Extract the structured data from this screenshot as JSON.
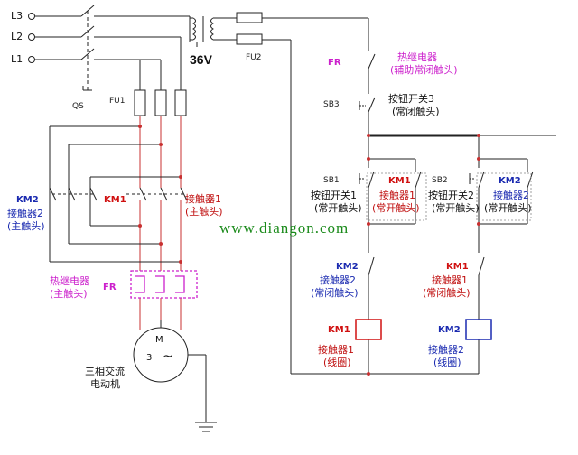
{
  "lines": {
    "l3": "L3",
    "l2": "L2",
    "l1": "L1"
  },
  "transformer_voltage": "36V",
  "labels": {
    "qs": "QS",
    "fu1": "FU1",
    "fu2": "FU2",
    "km2_main": "KM2",
    "km2_main_name_1": "接触器2",
    "km2_main_name_2": "(主触头)",
    "km1_main": "KM1",
    "km1_main_name_1": "接触器1",
    "km1_main_name_2": "(主触头)",
    "fr_power": "FR",
    "fr_power_name_1": "热继电器",
    "fr_power_name_2": "(主触头)",
    "motor_m": "M",
    "motor_3": "3",
    "motor_tilde": "~",
    "motor_name_1": "三相交流",
    "motor_name_2": "电动机",
    "fr_ctrl": "FR",
    "fr_ctrl_name_1": "热继电器",
    "fr_ctrl_name_2": "(辅助常闭触头)",
    "sb3": "SB3",
    "sb3_name_1": "按钮开关3",
    "sb3_name_2": "(常闭触头)",
    "sb1": "SB1",
    "sb1_name_1": "按钮开关1",
    "sb1_name_2": "(常开触头)",
    "km1_no": "KM1",
    "km1_no_name_1": "接触器1",
    "km1_no_name_2": "(常开触头)",
    "sb2": "SB2",
    "sb2_name_1": "按钮开关2",
    "sb2_name_2": "(常开触头)",
    "km2_no": "KM2",
    "km2_no_name_1": "接触器2",
    "km2_no_name_2": "(常开触头)",
    "km2_nc": "KM2",
    "km2_nc_name_1": "接触器2",
    "km2_nc_name_2": "(常闭触头)",
    "km1_nc": "KM1",
    "km1_nc_name_1": "接触器1",
    "km1_nc_name_2": "(常闭触头)",
    "km1_coil": "KM1",
    "km1_coil_name_1": "接触器1",
    "km1_coil_name_2": "(线圈)",
    "km2_coil": "KM2",
    "km2_coil_name_1": "接触器2",
    "km2_coil_name_2": "(线圈)"
  },
  "watermark": "www.diangon.com",
  "colors": {
    "wire": "#222222",
    "red_wire": "#c83030",
    "fr_box": "#cc20cc",
    "km1_coil": "#d01010",
    "km2_coil": "#1a2ab0",
    "watermark": "#1a8a1a"
  }
}
